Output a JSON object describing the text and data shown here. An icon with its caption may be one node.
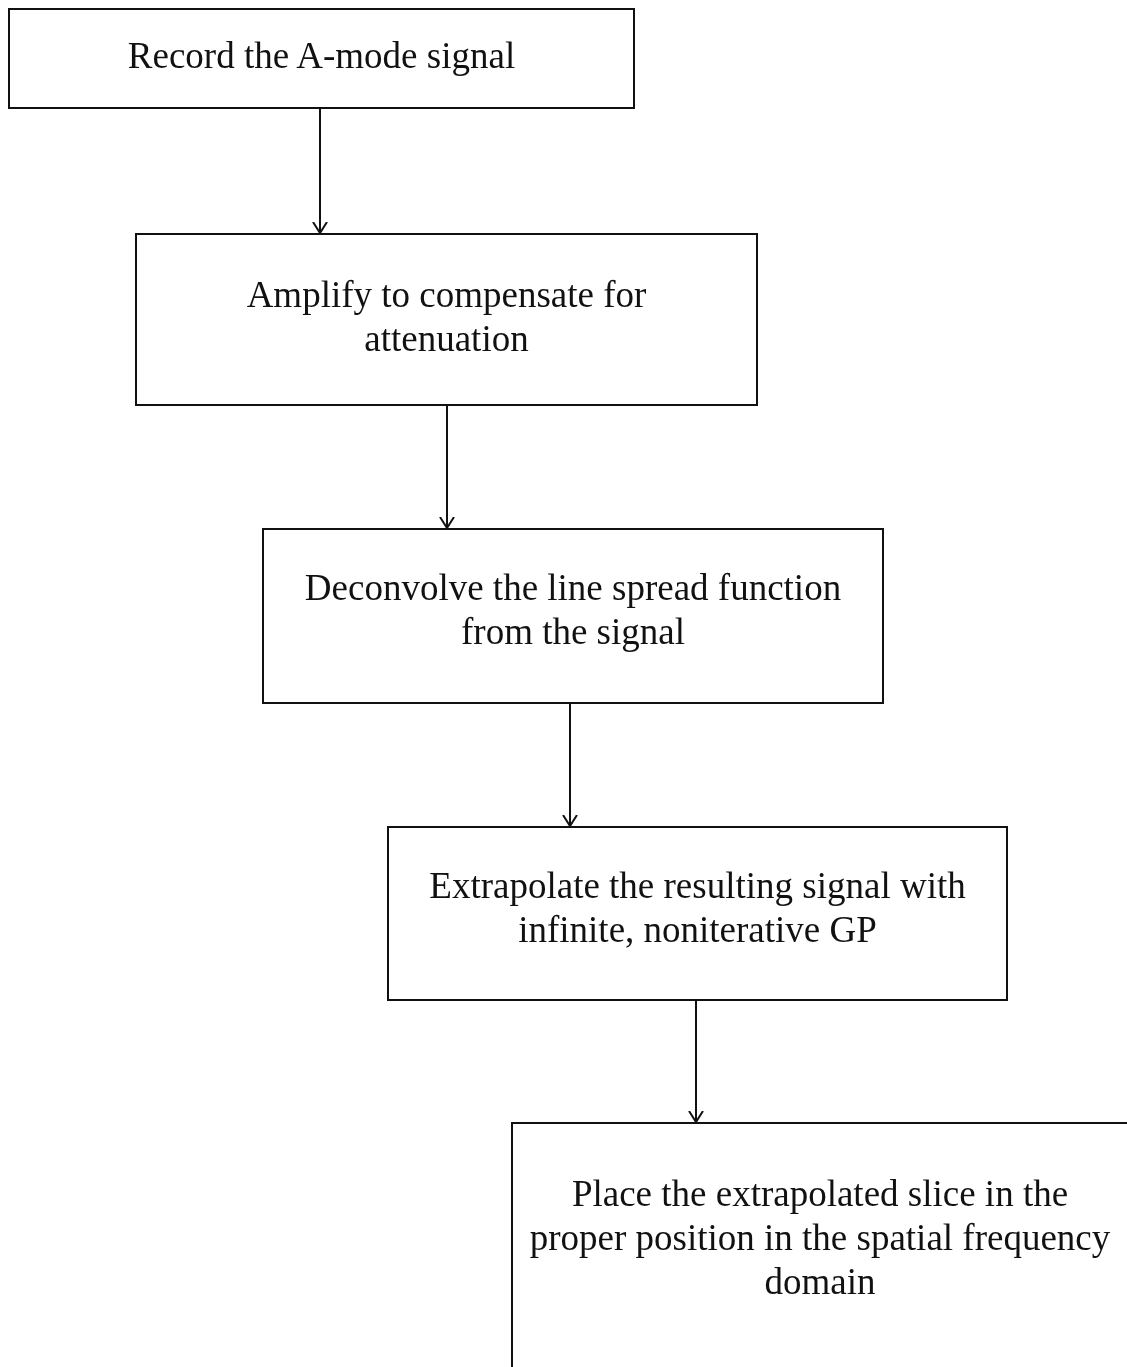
{
  "diagram": {
    "nodes": [
      {
        "text": [
          "Record the A-mode signal"
        ]
      },
      {
        "text": [
          "Amplify to compensate for attenuation"
        ]
      },
      {
        "text": [
          "Deconvolve the line spread function from the signal"
        ]
      },
      {
        "text": [
          "Extrapolate the resulting signal with infinite, noniterative GP"
        ]
      },
      {
        "text": [
          "Place the extrapolated slice in the proper position in the spatial frequency domain"
        ]
      }
    ],
    "edges": [
      {
        "from": 0,
        "to": 1,
        "arrow": "to"
      },
      {
        "from": 1,
        "to": 2,
        "arrow": "to"
      },
      {
        "from": 2,
        "to": 3,
        "arrow": "to"
      },
      {
        "from": 3,
        "to": 4,
        "arrow": "to"
      }
    ]
  }
}
